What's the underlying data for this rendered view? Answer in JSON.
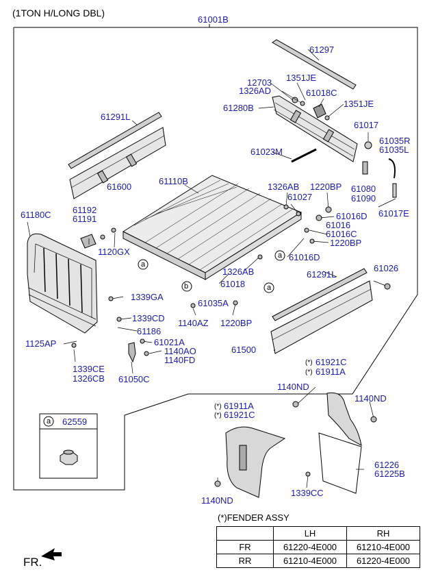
{
  "header": "(1TON H/LONG DBL)",
  "labels": {
    "assy": "61001B",
    "p61297": "61297",
    "p12703": "12703",
    "p1351JE_a": "1351JE",
    "p1326AD": "1326AD",
    "p61018C": "61018C",
    "p61280B": "61280B",
    "p1351JE_b": "1351JE",
    "p61291L_a": "61291L",
    "p61017": "61017",
    "p61035R": "61035R",
    "p61035L": "61035L",
    "p61023M": "61023M",
    "p61110B": "61110B",
    "p1326AB_a": "1326AB",
    "p1220BP_a": "1220BP",
    "p61600": "61600",
    "p61027": "61027",
    "p61080": "61080",
    "p61090": "61090",
    "p61180C": "61180C",
    "p61192": "61192",
    "p61191": "61191",
    "p61017E": "61017E",
    "p61016D_a": "61016D",
    "p61016": "61016",
    "p61016C": "61016C",
    "p1220BP_b": "1220BP",
    "p1120GX": "1120GX",
    "p61016D_b": "61016D",
    "p1326AB_b": "1326AB",
    "p61026": "61026",
    "p61291L_b": "61291L",
    "p61018": "61018",
    "p1339GA": "1339GA",
    "p61035A": "61035A",
    "p1140AZ": "1140AZ",
    "p1220BP_c": "1220BP",
    "p1339CD": "1339CD",
    "p61186": "61186",
    "p1125AP": "1125AP",
    "p61021A": "61021A",
    "p1140AO": "1140AO",
    "p1140FD": "1140FD",
    "p61500": "61500",
    "p1339CE": "1339CE",
    "p1326CB": "1326CB",
    "p61050C": "61050C",
    "p61921C_a": "61921C",
    "p61911A_a": "61911A",
    "p1140ND_a": "1140ND",
    "p1140ND_b": "1140ND",
    "p61911A_b": "61911A",
    "p61921C_b": "61921C",
    "p62559": "62559",
    "p61226": "61226",
    "p61225B": "61225B",
    "p1339CC": "1339CC",
    "p1140ND_c": "1140ND",
    "callout_a": "a",
    "callout_b": "b",
    "star": "(*)"
  },
  "fender_table": {
    "title": "(*)FENDER ASSY",
    "columns": [
      "",
      "LH",
      "RH"
    ],
    "rows": [
      {
        "pos": "FR",
        "lh": "61220-4E000",
        "rh": "61210-4E000"
      },
      {
        "pos": "RR",
        "lh": "61210-4E000",
        "rh": "61220-4E000"
      }
    ]
  },
  "front_marker": "FR."
}
